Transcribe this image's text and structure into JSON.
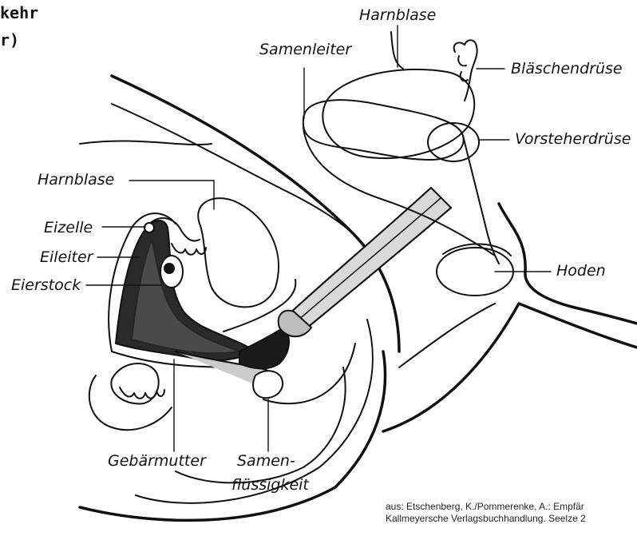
{
  "heading": {
    "line1": "kehr",
    "line2": "r)"
  },
  "labels": {
    "harnblase_male": "Harnblase",
    "samenleiter": "Samenleiter",
    "blaeschendruese": "Bläschendrüse",
    "vorsteherdruese": "Vorsteherdrüse",
    "harnblase_female": "Harnblase",
    "eizelle": "Eizelle",
    "eileiter": "Eileiter",
    "eierstock": "Eierstock",
    "hoden": "Hoden",
    "gebaermutter": "Gebärmutter",
    "samenfluessigkeit_line1": "Samen-",
    "samenfluessigkeit_line2": "flüssigkeit"
  },
  "credit": {
    "line1": "aus: Etschenberg, K./Pommerenke, A.: Empfär",
    "line2": "Kallmeyersche Verlagsbuchhandlung. Seelze 2"
  }
}
